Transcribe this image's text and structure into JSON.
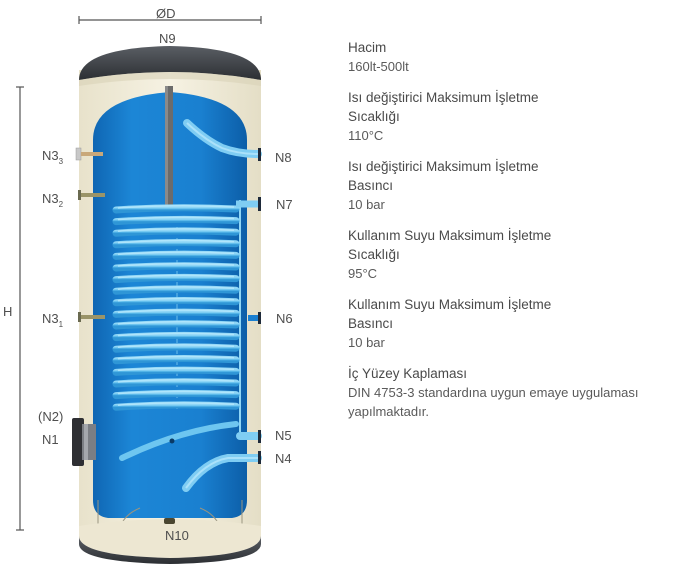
{
  "diagram": {
    "dimension_labels": {
      "diameter": "ØD",
      "height": "H"
    },
    "connections": {
      "N9": "N9",
      "N10": "N10",
      "N8": "N8",
      "N7": "N7",
      "N6": "N6",
      "N5": "N5",
      "N4": "N4",
      "N3_3": {
        "base": "N3",
        "sub": "3"
      },
      "N3_2": {
        "base": "N3",
        "sub": "2"
      },
      "N3_1": {
        "base": "N3",
        "sub": "1"
      },
      "N2": "(N2)",
      "N1": "N1"
    },
    "colors": {
      "tank_blue": "#1a7fd0",
      "coil_blue": "#5cc0f0",
      "insulation": "#f1ecd9",
      "cap_dark": "#3a3d42",
      "label_gray": "#4f4f4f"
    }
  },
  "specs": [
    {
      "title": "Hacim",
      "value": "160lt-500lt"
    },
    {
      "title_line1": "Isı değiştirici Maksimum İşletme",
      "title_line2": "Sıcaklığı",
      "value": "110°C"
    },
    {
      "title_line1": "Isı değiştirici Maksimum İşletme",
      "title_line2": "Basıncı",
      "value": "10 bar"
    },
    {
      "title_line1": "Kullanım Suyu Maksimum İşletme",
      "title_line2": "Sıcaklığı",
      "value": "95°C"
    },
    {
      "title_line1": "Kullanım Suyu Maksimum İşletme",
      "title_line2": "Basıncı",
      "value": "10 bar"
    },
    {
      "title": "İç Yüzey Kaplaması",
      "value_line1": "DIN 4753-3 standardına uygun emaye uygulaması",
      "value_line2": "yapılmaktadır."
    }
  ]
}
